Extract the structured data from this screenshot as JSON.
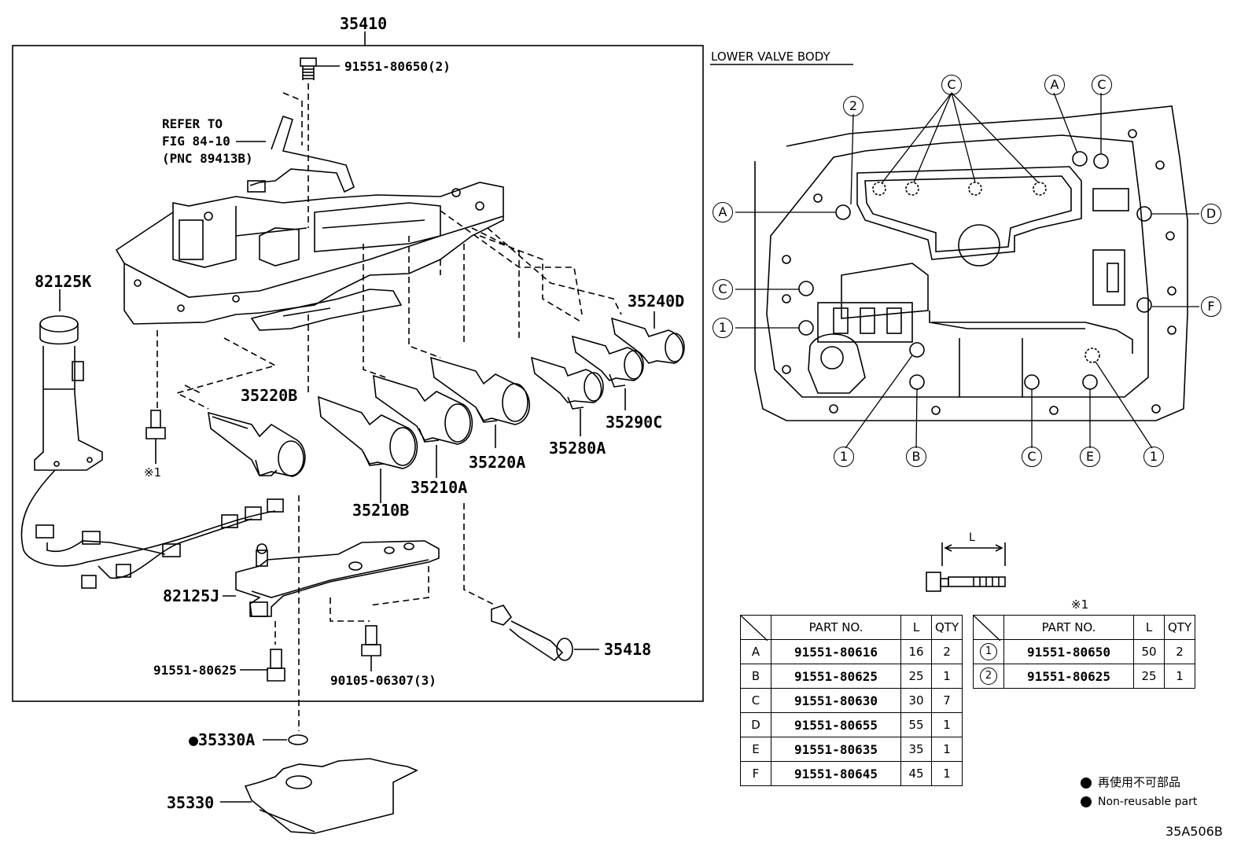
{
  "labels": {
    "assy": "35410",
    "bolt_top": "91551-80650(2)",
    "refer_1": "REFER TO",
    "refer_2": "FIG 84-10",
    "refer_3": "(PNC 89413B)",
    "harness": "82125K",
    "sol_240d": "35240D",
    "sol_220b": "35220B",
    "sol_290c": "35290C",
    "sol_280a": "35280A",
    "sol_220a": "35220A",
    "sol_210a": "35210A",
    "sol_210b": "35210B",
    "note_bolt": "※1",
    "plate": "82125J",
    "sol_418": "35418",
    "bolt_bottom": "91551-80625",
    "bolt_plate": "90105-06307(3)",
    "oring": "●35330A",
    "strainer": "35330",
    "lower_valve_body": "LOWER VALVE BODY",
    "dim_l": "L",
    "note_table2": "※1",
    "legend_jp": "再使用不可部品",
    "legend_en": "Non-reusable part",
    "figure_code": "35A506B"
  },
  "callouts": {
    "A": "A",
    "B": "B",
    "C": "C",
    "D": "D",
    "E": "E",
    "F": "F",
    "one": "1",
    "two": "2"
  },
  "table1": {
    "headers": {
      "part": "PART NO.",
      "l": "L",
      "qty": "QTY"
    },
    "rows": [
      {
        "key": "A",
        "part": "91551-80616",
        "l": "16",
        "qty": "2"
      },
      {
        "key": "B",
        "part": "91551-80625",
        "l": "25",
        "qty": "1"
      },
      {
        "key": "C",
        "part": "91551-80630",
        "l": "30",
        "qty": "7"
      },
      {
        "key": "D",
        "part": "91551-80655",
        "l": "55",
        "qty": "1"
      },
      {
        "key": "E",
        "part": "91551-80635",
        "l": "35",
        "qty": "1"
      },
      {
        "key": "F",
        "part": "91551-80645",
        "l": "45",
        "qty": "1"
      }
    ]
  },
  "table2": {
    "headers": {
      "part": "PART NO.",
      "l": "L",
      "qty": "QTY"
    },
    "rows": [
      {
        "key": "1",
        "part": "91551-80650",
        "l": "50",
        "qty": "2"
      },
      {
        "key": "2",
        "part": "91551-80625",
        "l": "25",
        "qty": "1"
      }
    ]
  }
}
